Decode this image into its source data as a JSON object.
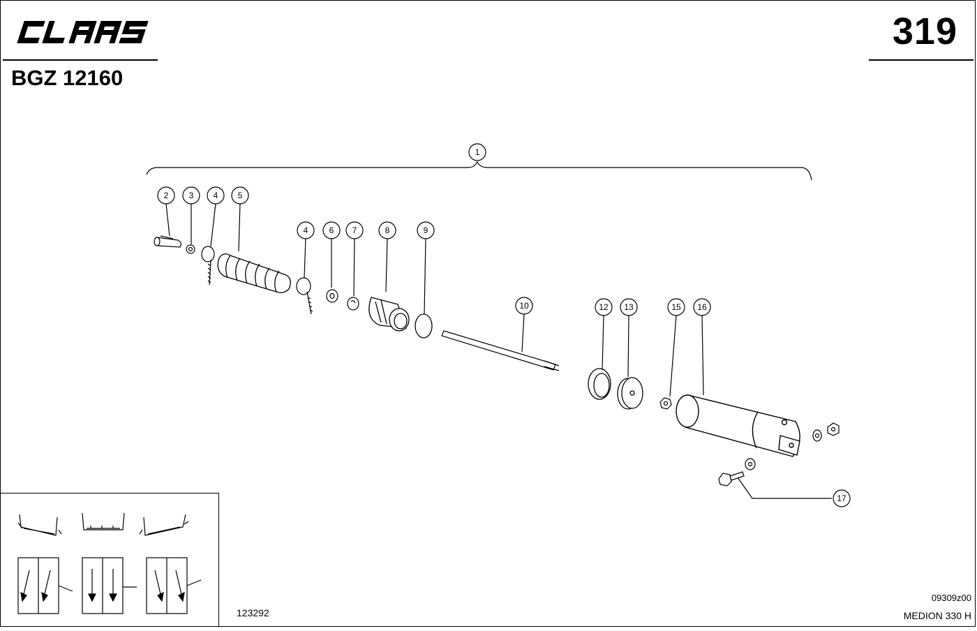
{
  "header": {
    "brand_logo_text": "CLAAS",
    "page_number": "319",
    "doc_code": "BGZ 12160"
  },
  "footer": {
    "ref_number": "123292",
    "drawing_code": "09309z00",
    "model_name": "MEDION 330 H"
  },
  "callouts": [
    "1",
    "2",
    "3",
    "4",
    "5",
    "4",
    "6",
    "7",
    "8",
    "9",
    "10",
    "12",
    "13",
    "15",
    "16",
    "17"
  ],
  "legend": {
    "icons": [
      "header-profile-left-icon",
      "header-profile-center-icon",
      "header-profile-right-icon",
      "tilt-left-arrows-icon",
      "straight-down-arrows-icon",
      "tilt-right-arrows-icon"
    ]
  }
}
